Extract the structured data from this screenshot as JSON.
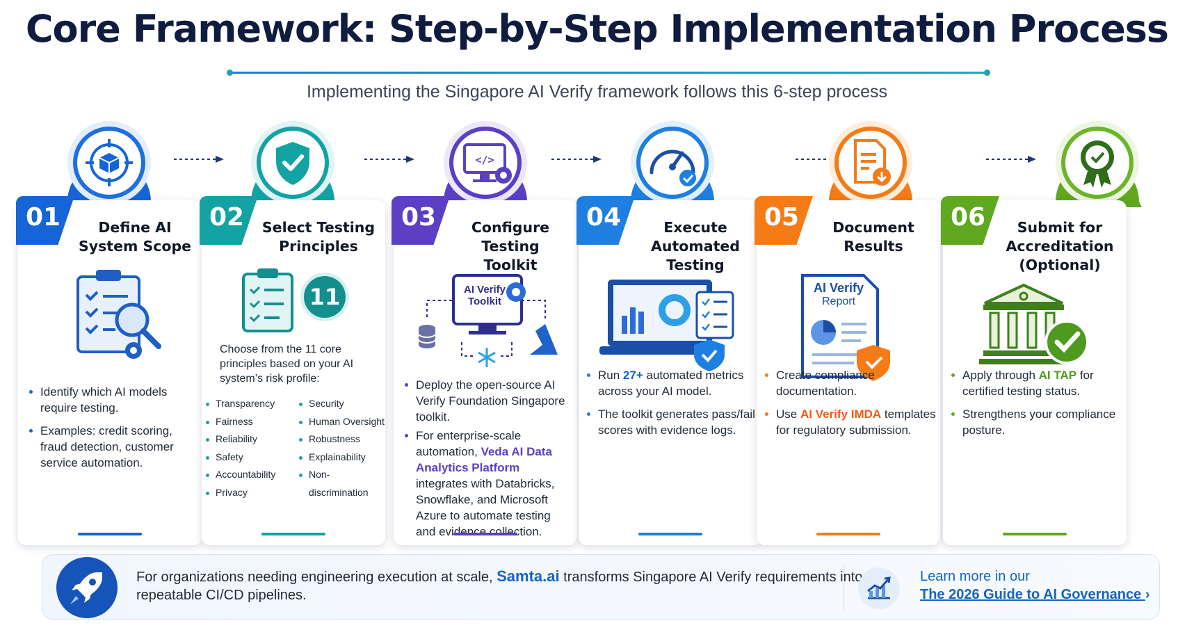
{
  "header": {
    "title": "Core Framework: Step-by-Step Implementation Process",
    "subtitle": "Implementing the Singapore AI Verify framework follows this 6-step process"
  },
  "colors": {
    "step1": "#1565d8",
    "step2": "#14a3a3",
    "step3": "#5b3fc4",
    "step4": "#1f7fe0",
    "step5": "#f47b16",
    "step6": "#5fa81f"
  },
  "steps": [
    {
      "number": "01",
      "title_l1": "Define AI",
      "title_l2": "System Scope",
      "icon": "target-cube-icon",
      "illustration": "clipboard-checklist-magnifier-icon",
      "bullets": [
        "Identify which AI models require testing.",
        "Examples: credit scoring, fraud detection, customer service automation."
      ]
    },
    {
      "number": "02",
      "title_l1": "Select Testing",
      "title_l2": "Principles",
      "icon": "shield-check-icon",
      "illustration": "checklist-icon",
      "badge_number": "11",
      "intro": "Choose from the 11 core principles based on your AI system’s risk profile:",
      "principles_left": [
        "Transparency",
        "Fairness",
        "Reliability",
        "Safety",
        "Accountability",
        "Privacy"
      ],
      "principles_right": [
        "Security",
        "Human Oversight",
        "Robustness",
        "Explainability",
        "Non-discrimination"
      ]
    },
    {
      "number": "03",
      "title_l1": "Configure Testing",
      "title_l2": "Toolkit",
      "icon": "code-monitor-gear-icon",
      "illustration_l1": "AI Verify",
      "illustration_l2": "Toolkit",
      "b1": "Deploy the open-source AI Verify Foundation Singapore toolkit.",
      "b2_pre": "For enterprise-scale automation, ",
      "b2_hl": "Veda AI Data Analytics Platform",
      "b2_post": " integrates with Databricks, Snowflake, and Microsoft Azure to automate testing and evidence collection."
    },
    {
      "number": "04",
      "title_l1": "Execute Automated",
      "title_l2": "Testing",
      "icon": "gauge-check-icon",
      "illustration": "dashboard-laptop-shield-icon",
      "b1_pre": "Run ",
      "b1_hl": "27+",
      "b1_post": " automated metrics across your AI model.",
      "b2": "The toolkit generates pass/fail scores with evidence logs."
    },
    {
      "number": "05",
      "title_l1": "Document",
      "title_l2": "Results",
      "icon": "document-download-icon",
      "report_l1": "AI Verify",
      "report_l2": "Report",
      "b1": "Create compliance documentation.",
      "b2_pre": "Use ",
      "b2_hl": "AI Verify IMDA",
      "b2_post": " templates for regulatory submission."
    },
    {
      "number": "06",
      "title_l1": "Submit for",
      "title_l2": "Accreditation",
      "title_l3": "(Optional)",
      "icon": "award-ribbon-icon",
      "illustration": "institution-check-icon",
      "b1_pre": "Apply through ",
      "b1_hl": "AI TAP",
      "b1_post": " for certified testing status.",
      "b2": "Strengthens your compliance posture."
    }
  ],
  "footer": {
    "text_pre": "For organizations needing engineering execution at scale, ",
    "brand": "Samta.ai",
    "text_post": " transforms Singapore AI Verify requirements into repeatable CI/CD pipelines.",
    "learn": "Learn more in our",
    "link": "The 2026 Guide to AI Governance",
    "link_arrow": "›"
  }
}
